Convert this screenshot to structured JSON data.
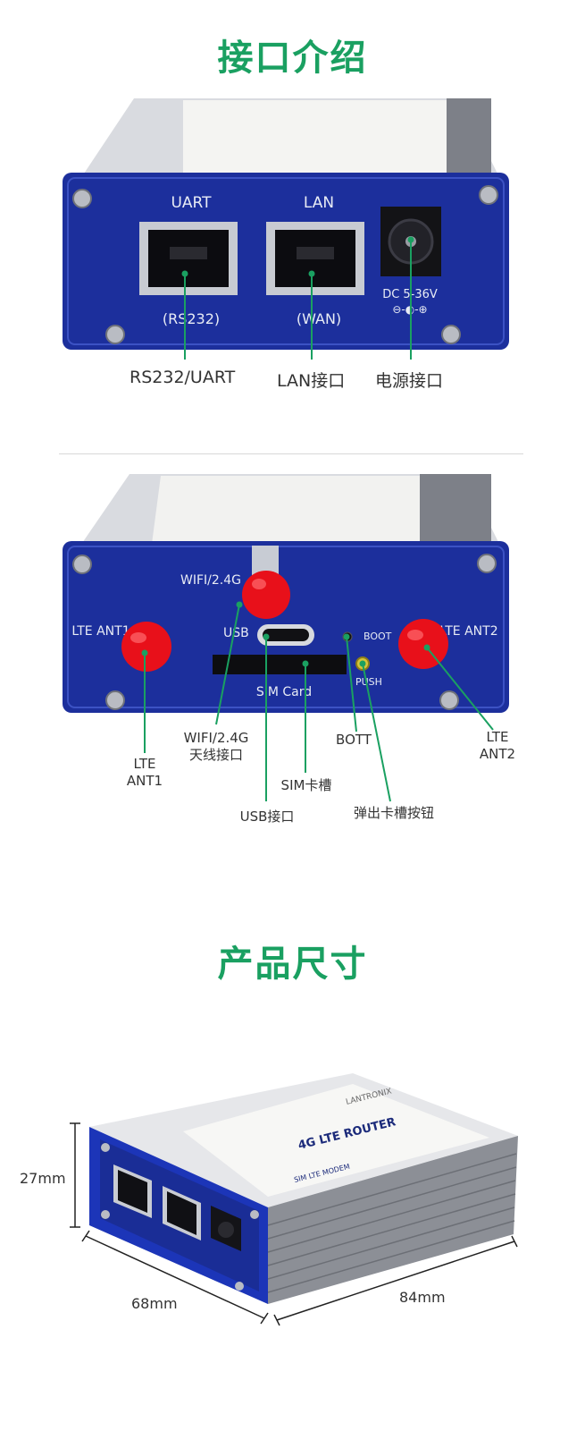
{
  "section1": {
    "title": "接口介绍",
    "panel": {
      "uart": "UART",
      "lan": "LAN",
      "rs232": "(RS232)",
      "wan": "(WAN)",
      "dc": "DC 5-36V",
      "polarity": "⊖-◐-⊕"
    },
    "callouts": {
      "rs232_uart": "RS232/UART",
      "lan_port": "LAN接口",
      "power_port": "电源接口"
    }
  },
  "section2": {
    "panel": {
      "wifi": "WIFI/2.4G",
      "lte_ant1": "LTE ANT1",
      "lte_ant2": "LTE ANT2",
      "usb": "USB",
      "boot": "BOOT",
      "push": "PUSH",
      "sim_card": "SIM Card"
    },
    "callouts": {
      "lte_ant1": [
        "LTE",
        "ANT1"
      ],
      "wifi_ant": [
        "WIFI/2.4G",
        "天线接口"
      ],
      "sim_slot": "SIM卡槽",
      "usb_port": "USB接口",
      "bott": "BOTT",
      "eject_button": "弹出卡槽按钮",
      "lte_ant2": [
        "LTE",
        "ANT2"
      ]
    }
  },
  "section3": {
    "title": "产品尺寸",
    "dimensions": {
      "height": "27mm",
      "width": "68mm",
      "length": "84mm"
    },
    "label": {
      "brand": "LANTRONIX",
      "product": "4G LTE ROUTER",
      "model": "SIM LTE MODEM"
    }
  },
  "colors": {
    "accent": "#1aa061",
    "panel_blue": "#1c2f9c",
    "antenna_red": "#e8101a"
  }
}
